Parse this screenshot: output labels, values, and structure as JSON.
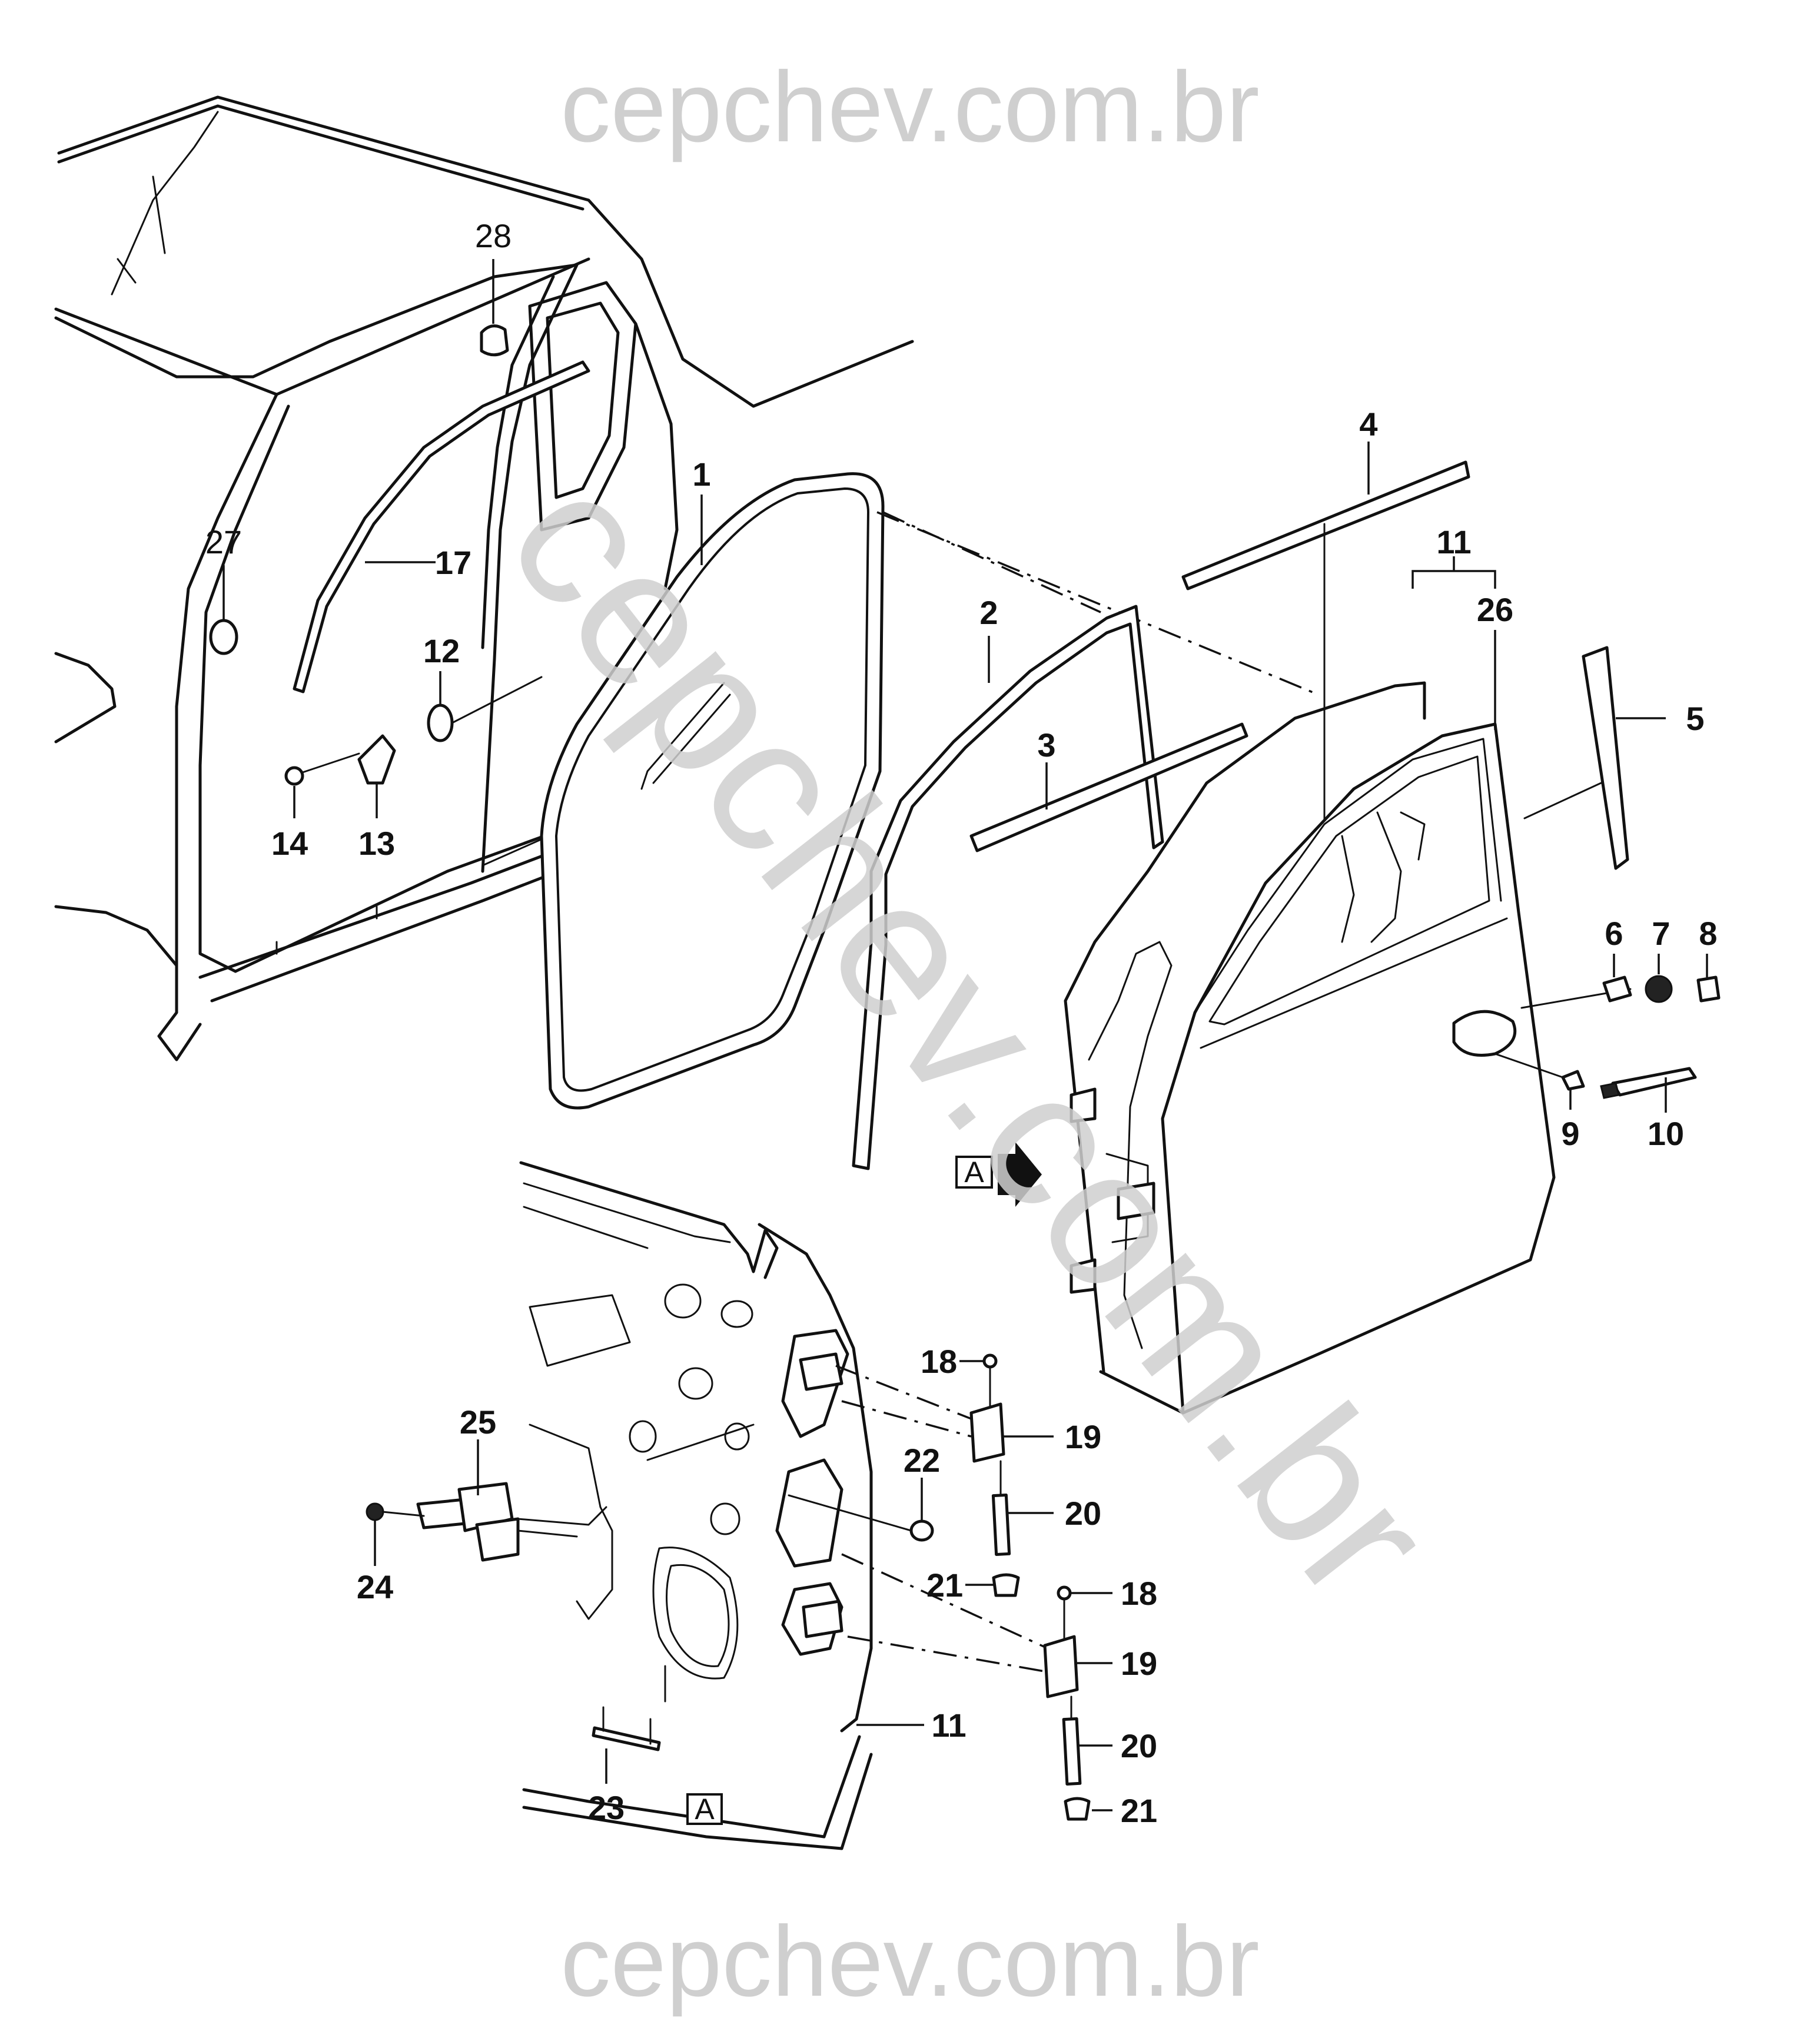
{
  "watermark": {
    "top": "cepchev.com.br",
    "bottom": "cepchev.com.br",
    "diagonal": "cepchev.com.br"
  },
  "view_marker": "A",
  "callouts": [
    {
      "id": "c1",
      "label": "1"
    },
    {
      "id": "c2",
      "label": "2"
    },
    {
      "id": "c3",
      "label": "3"
    },
    {
      "id": "c4",
      "label": "4"
    },
    {
      "id": "c5",
      "label": "5"
    },
    {
      "id": "c6",
      "label": "6"
    },
    {
      "id": "c7",
      "label": "7"
    },
    {
      "id": "c8",
      "label": "8"
    },
    {
      "id": "c9",
      "label": "9"
    },
    {
      "id": "c10",
      "label": "10"
    },
    {
      "id": "c11a",
      "label": "11"
    },
    {
      "id": "c11b",
      "label": "11"
    },
    {
      "id": "c12",
      "label": "12"
    },
    {
      "id": "c13",
      "label": "13"
    },
    {
      "id": "c14",
      "label": "14"
    },
    {
      "id": "c17",
      "label": "17"
    },
    {
      "id": "c18a",
      "label": "18"
    },
    {
      "id": "c18b",
      "label": "18"
    },
    {
      "id": "c19a",
      "label": "19"
    },
    {
      "id": "c19b",
      "label": "19"
    },
    {
      "id": "c20a",
      "label": "20"
    },
    {
      "id": "c20b",
      "label": "20"
    },
    {
      "id": "c21a",
      "label": "21"
    },
    {
      "id": "c21b",
      "label": "21"
    },
    {
      "id": "c22",
      "label": "22"
    },
    {
      "id": "c23",
      "label": "23"
    },
    {
      "id": "c24",
      "label": "24"
    },
    {
      "id": "c25",
      "label": "25"
    },
    {
      "id": "c26",
      "label": "26"
    },
    {
      "id": "c27",
      "label": "27"
    },
    {
      "id": "c28",
      "label": "28"
    }
  ]
}
